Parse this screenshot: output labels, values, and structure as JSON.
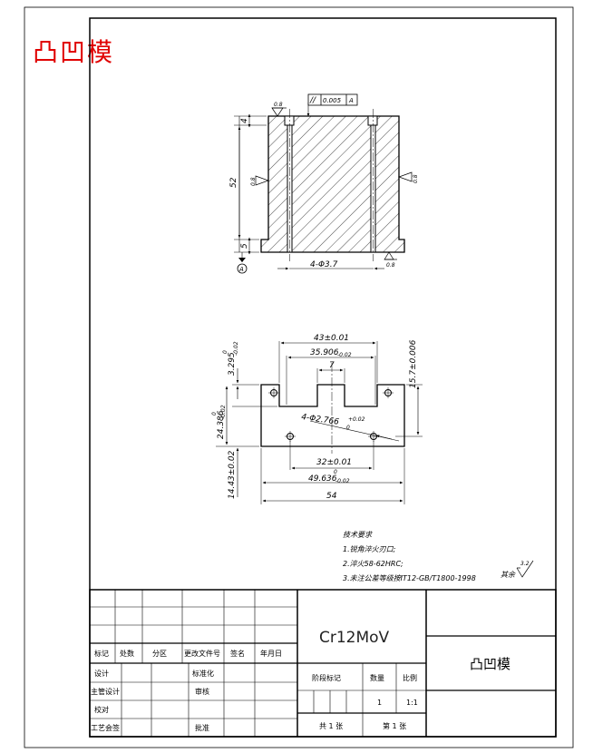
{
  "title_red": "凸凹模",
  "drawing": {
    "front_view": {
      "dim_4": "4",
      "dim_52": "52",
      "dim_5": "5",
      "holes": "4-Φ3.7",
      "datum": "A",
      "gdt_symbol": "//",
      "gdt_tolerance": "0.005",
      "gdt_datum": "A",
      "rough_top": "0.8",
      "rough_left": "0.8",
      "rough_right": "0.8",
      "rough_bottom": "0.8"
    },
    "top_view": {
      "dim_43": "43±0.01",
      "dim_35906": "35.906",
      "dim_35906_tol": "-0.02",
      "dim_7": "7",
      "dim_3295": "3.295",
      "dim_3295_tol": "-0.02",
      "dim_3295_up": "0",
      "dim_157": "15.7±0.006",
      "dim_24386": "24.386",
      "dim_24386_tol": "-0.02",
      "dim_24386_up": "0",
      "holes": "4-Φ2.766",
      "holes_tol": "+0.02",
      "holes_up": "0",
      "dim_32": "32±0.01",
      "dim_49636": "49.636",
      "dim_49636_tol": "-0.02",
      "dim_49636_up": "0",
      "dim_1443": "14.43±0.02",
      "dim_54": "54"
    },
    "notes": {
      "heading": "技术要求",
      "items": [
        "1.锐角淬火刃口;",
        "2.淬火58-62HRC;",
        "3.未注公差等级按IT12-GB/T1800-1998"
      ]
    },
    "surface": {
      "label": "其余",
      "value": "3.2"
    }
  },
  "title_block": {
    "material": "Cr12MoV",
    "part_name": "凸凹模",
    "headers": [
      "标记",
      "处数",
      "分区",
      "更改文件号",
      "签名",
      "年月日"
    ],
    "roles": [
      "设计",
      "主管设计",
      "校对",
      "工艺会签"
    ],
    "roles2": [
      "标准化",
      "审核",
      "批准"
    ],
    "stage_label": "阶段标记",
    "weight_label": "数量",
    "scale_label": "比例",
    "quantity": "1",
    "scale": "1:1",
    "sheets_total": "共 1 张",
    "sheet_no": "第 1 张"
  }
}
